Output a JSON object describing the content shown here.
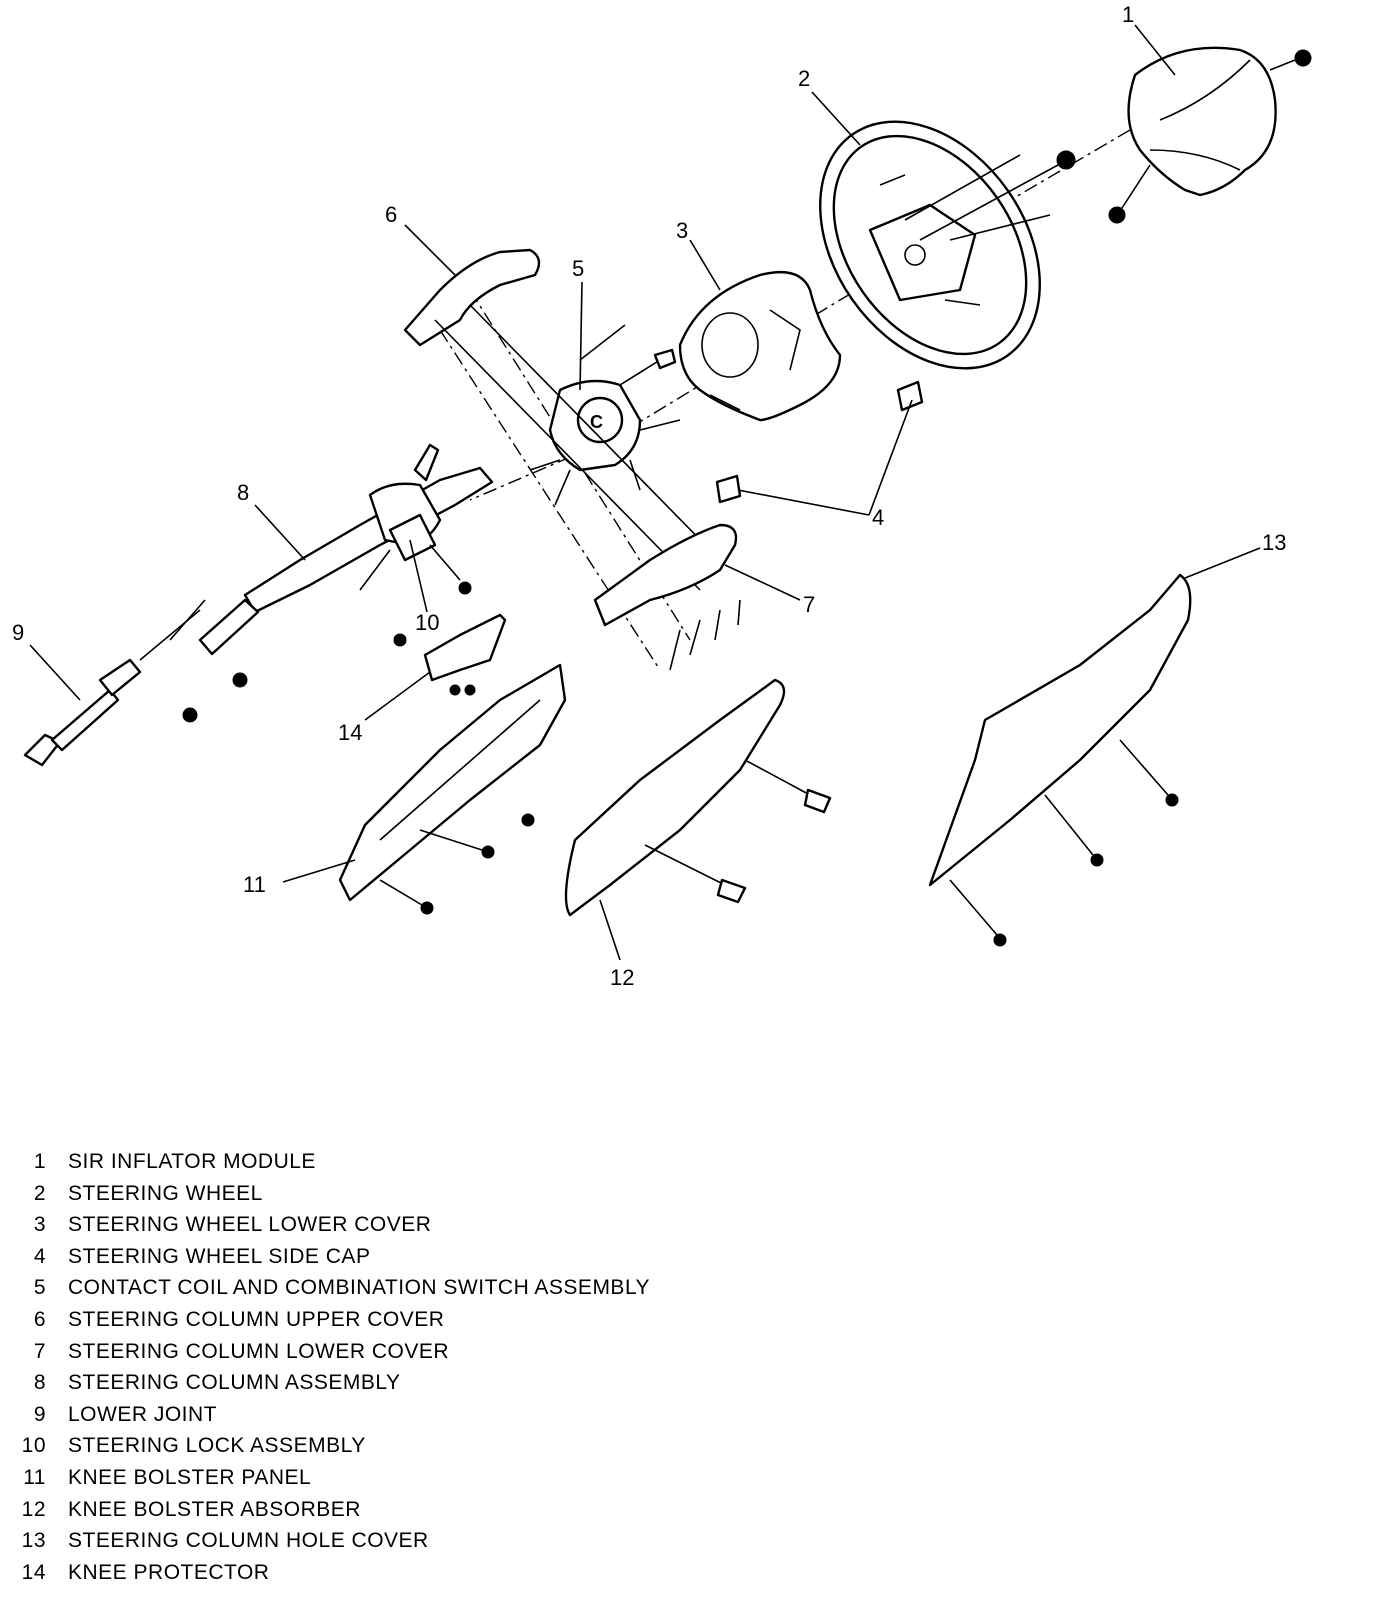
{
  "legend": [
    {
      "number": "1",
      "label": "SIR INFLATOR MODULE"
    },
    {
      "number": "2",
      "label": "STEERING WHEEL"
    },
    {
      "number": "3",
      "label": "STEERING WHEEL LOWER COVER"
    },
    {
      "number": "4",
      "label": "STEERING WHEEL SIDE CAP"
    },
    {
      "number": "5",
      "label": "CONTACT COIL AND COMBINATION SWITCH ASSEMBLY"
    },
    {
      "number": "6",
      "label": "STEERING COLUMN UPPER COVER"
    },
    {
      "number": "7",
      "label": "STEERING COLUMN LOWER COVER"
    },
    {
      "number": "8",
      "label": "STEERING COLUMN ASSEMBLY"
    },
    {
      "number": "9",
      "label": "LOWER JOINT"
    },
    {
      "number": "10",
      "label": "STEERING LOCK ASSEMBLY"
    },
    {
      "number": "11",
      "label": "KNEE BOLSTER PANEL"
    },
    {
      "number": "12",
      "label": "KNEE BOLSTER ABSORBER"
    },
    {
      "number": "13",
      "label": "STEERING COLUMN HOLE COVER"
    },
    {
      "number": "14",
      "label": "KNEE PROTECTOR"
    }
  ]
}
